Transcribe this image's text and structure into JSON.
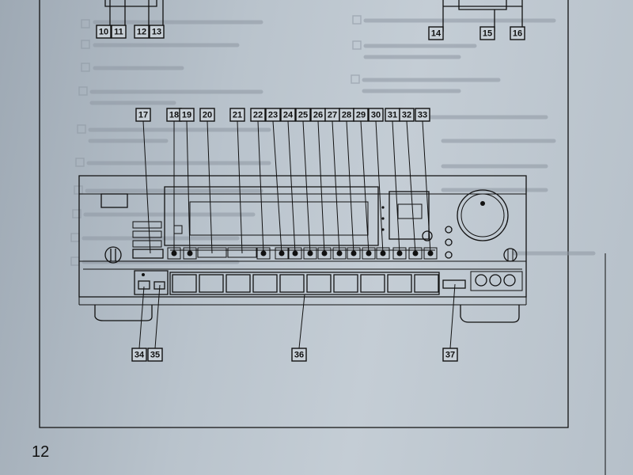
{
  "page": {
    "number": "12"
  },
  "callouts_top": [
    "10",
    "11",
    "12",
    "13",
    "14",
    "15",
    "16"
  ],
  "callouts_front": [
    "17",
    "18",
    "19",
    "20",
    "21",
    "22",
    "23",
    "24",
    "25",
    "26",
    "27",
    "28",
    "29",
    "30",
    "31",
    "32",
    "33"
  ],
  "callouts_bottom": [
    "34",
    "35",
    "36",
    "37"
  ],
  "colors": {
    "paper": "#c4cdd5",
    "ink": "#111111",
    "faint_text": "#8e98a2",
    "background": "#8a7a6a"
  }
}
